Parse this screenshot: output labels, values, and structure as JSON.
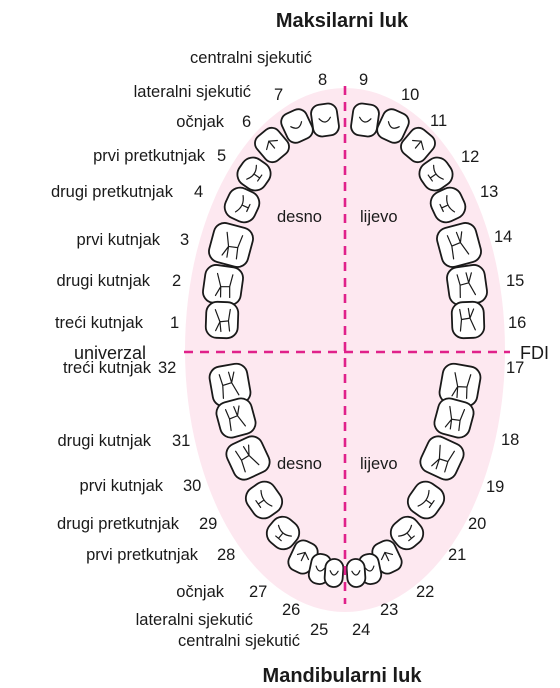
{
  "titles": {
    "upper": "Maksilarni luk",
    "lower": "Mandibularni luk"
  },
  "axis": {
    "left": "univerzal",
    "right": "FDI"
  },
  "sides": {
    "upper_right": "desno",
    "upper_left": "lijevo",
    "lower_right": "desno",
    "lower_left": "lijevo"
  },
  "colors": {
    "background_oval": "#fde8f0",
    "dashed_lines": "#e0218a",
    "outline": "#1a1a1a"
  },
  "upper_right_labels": [
    {
      "name": "centralni sjekutić",
      "number": "8"
    },
    {
      "name": "lateralni sjekutić",
      "number": "7"
    },
    {
      "name": "očnjak",
      "number": "6"
    },
    {
      "name": "prvi pretkutnjak",
      "number": "5"
    },
    {
      "name": "drugi pretkutnjak",
      "number": "4"
    },
    {
      "name": "prvi kutnjak",
      "number": "3"
    },
    {
      "name": "drugi kutnjak",
      "number": "2"
    },
    {
      "name": "treći kutnjak",
      "number": "1"
    }
  ],
  "upper_left_numbers": [
    "9",
    "10",
    "11",
    "12",
    "13",
    "14",
    "15",
    "16"
  ],
  "lower_right_labels": [
    {
      "name": "treći kutnjak",
      "number": "32"
    },
    {
      "name": "drugi kutnjak",
      "number": "31"
    },
    {
      "name": "prvi kutnjak",
      "number": "30"
    },
    {
      "name": "drugi pretkutnjak",
      "number": "29"
    },
    {
      "name": "prvi pretkutnjak",
      "number": "28"
    },
    {
      "name": "očnjak",
      "number": "27"
    },
    {
      "name": "lateralni sjekutić",
      "number": "26"
    },
    {
      "name": "centralni sjekutić",
      "number": "25"
    }
  ],
  "lower_left_numbers": [
    "17",
    "18",
    "19",
    "20",
    "21",
    "22",
    "23",
    "24"
  ]
}
